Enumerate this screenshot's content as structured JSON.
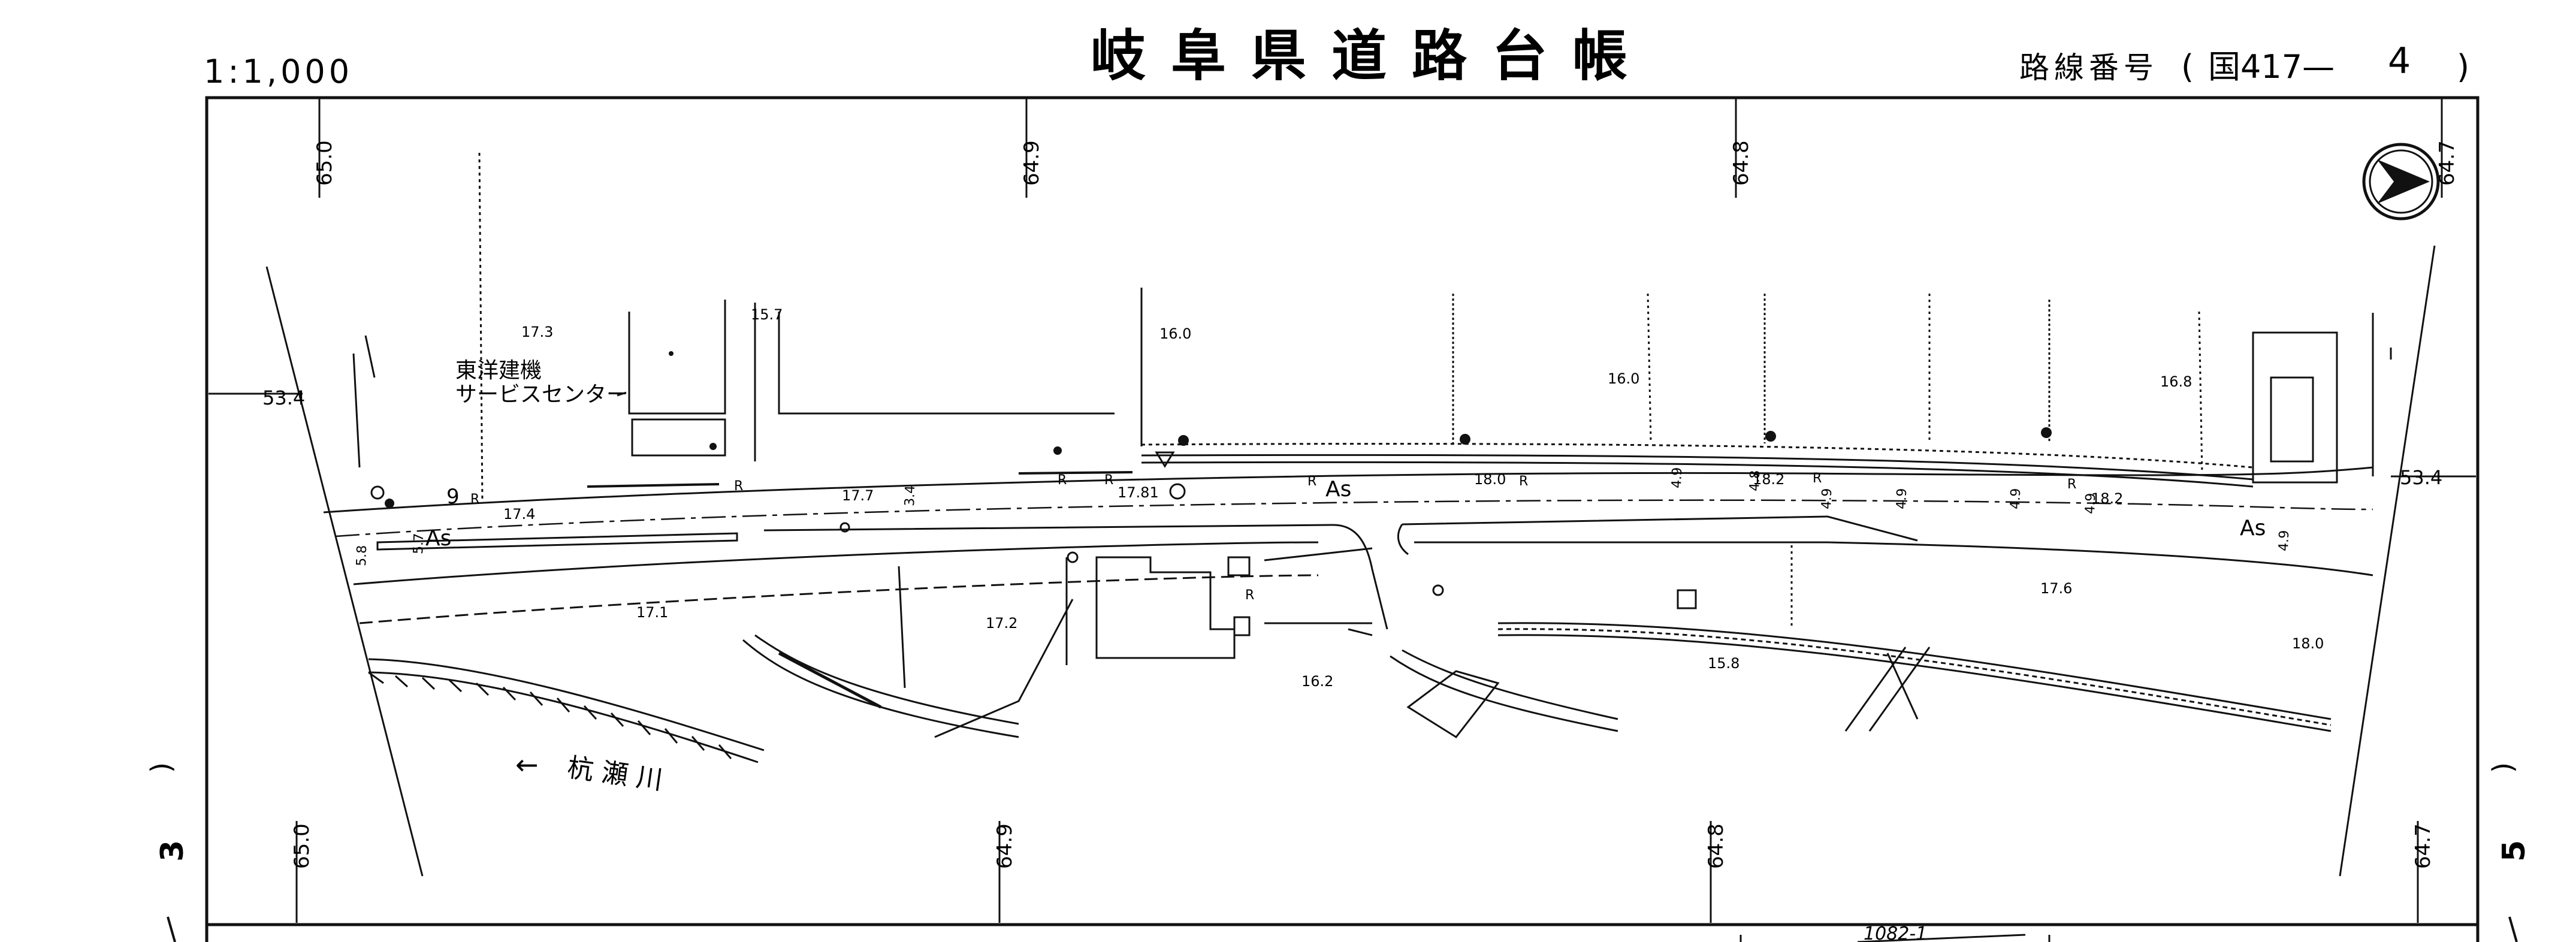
{
  "header": {
    "scale": "1:1,000",
    "title": "岐阜県道路台帳",
    "route_label": "路線番号",
    "route_open": "(",
    "route_value": "国417—",
    "route_sheet": "4",
    "route_close": ")"
  },
  "grid": {
    "top": [
      "65.0",
      "64.9",
      "64.8",
      "64.7"
    ],
    "bottom": [
      "65.0",
      "64.9",
      "64.8",
      "64.7"
    ],
    "left": "53.4",
    "right": "53.4"
  },
  "margin": {
    "left_sheet": "3",
    "right_sheet": "5"
  },
  "map": {
    "facility_name_line1": "東洋建機",
    "facility_name_line2": "サービスセンター",
    "river_arrow": "←",
    "river_name": "杭 瀬 川",
    "lot_number": "1082-1",
    "pavement": [
      "As",
      "As",
      "As"
    ],
    "road_marks": [
      "R",
      "R",
      "R",
      "R",
      "R",
      "R",
      "R",
      "R",
      "R"
    ],
    "elevations": [
      "17.3",
      "15.7",
      "16.0",
      "16.0",
      "16.8",
      "17.7",
      "17.81",
      "18.0",
      "18.2",
      "18.2",
      "17.4",
      "17.1",
      "17.2",
      "16.2",
      "15.8",
      "17.6",
      "18.0"
    ],
    "widths": [
      "5.8",
      "5.7",
      "3.4",
      "4.9",
      "4.9",
      "4.9",
      "4.9",
      "4.9",
      "4.9",
      "4.8",
      "9"
    ]
  },
  "colors": {
    "ink": "#111111",
    "paper": "#ffffff"
  }
}
